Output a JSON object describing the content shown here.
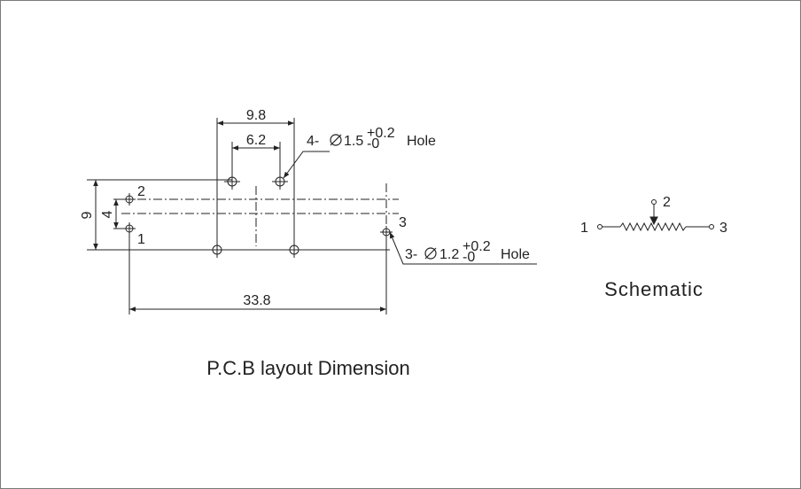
{
  "pcb": {
    "title": "P.C.B layout Dimension",
    "dims": {
      "width_outer": "9.8",
      "width_inner": "6.2",
      "height_outer": "9",
      "height_inner": "4",
      "span": "33.8"
    },
    "pin_labels": {
      "p1": "1",
      "p2": "2",
      "p3": "3"
    },
    "holes_large": {
      "prefix": "4-",
      "diameter": "1.5",
      "tol_plus": "+0.2",
      "tol_minus": "-0",
      "suffix": "Hole"
    },
    "holes_small": {
      "prefix": "3-",
      "diameter": "1.2",
      "tol_plus": "+0.2",
      "tol_minus": "-0",
      "suffix": "Hole"
    }
  },
  "schematic": {
    "title": "Schematic",
    "pin1": "1",
    "pin2": "2",
    "pin3": "3"
  },
  "colors": {
    "line": "#222222",
    "border": "#7a7a7a"
  }
}
